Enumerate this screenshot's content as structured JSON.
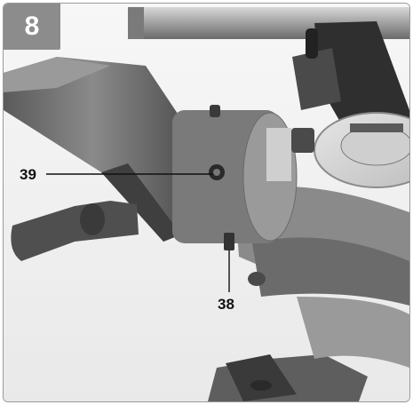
{
  "figure": {
    "number": "8",
    "callouts": [
      {
        "id": "39",
        "label": "39"
      },
      {
        "id": "38",
        "label": "38"
      }
    ]
  },
  "colors": {
    "body_gray": "#6f6f6f",
    "dark_gray": "#4a4a4a",
    "light_surface": "#d9d9d9",
    "badge": "#8c8c8c"
  }
}
